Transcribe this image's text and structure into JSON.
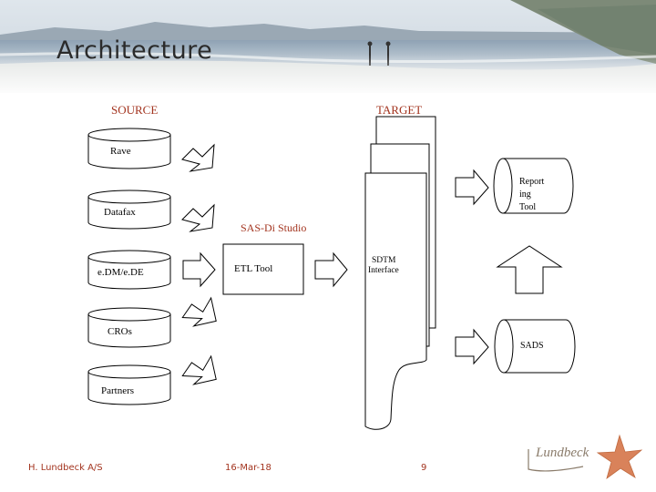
{
  "slide": {
    "title": "Architecture"
  },
  "diagram": {
    "source_header": "SOURCE",
    "target_header": "TARGET",
    "sources": [
      "Rave",
      "Datafax",
      "e.DM/e.DE",
      "CROs",
      "Partners"
    ],
    "middle_label": "SAS-Di Studio",
    "etl_box": "ETL Tool",
    "sdtm_line1": "SDTM",
    "sdtm_line2": "Interface",
    "reporting_line1": "Report",
    "reporting_line2": "ing",
    "reporting_line3": "Tool",
    "sads": "SADS"
  },
  "footer": {
    "company": "H. Lundbeck A/S",
    "date": "16-Mar-18",
    "page": "9"
  },
  "logo": {
    "text": "Lundbeck"
  },
  "colors": {
    "accent": "#a3341f",
    "line": "#000000"
  }
}
